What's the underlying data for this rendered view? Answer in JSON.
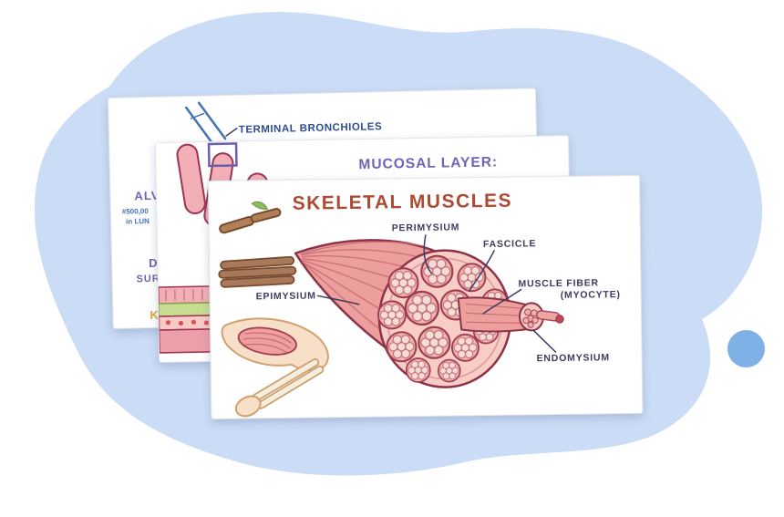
{
  "background": {
    "blob_color": "#cbdcf6",
    "dot_color": "#7fb0e6"
  },
  "cards": {
    "bronchioles": {
      "label": "TERMINAL BRONCHIOLES",
      "fragments": {
        "alv": "ALV",
        "stat1": "#500,00",
        "stat2": "in LUN",
        "d": "D",
        "sur": "SUR",
        "k": "K"
      },
      "ink_blue": "#2e4d8f",
      "ink_purple": "#7261b8",
      "ink_yellow": "#e0a23a"
    },
    "mucosal": {
      "title": "MUCOSAL LAYER:",
      "title_color": "#7261b8"
    },
    "skeletal": {
      "title": "SKELETAL MUSCLES",
      "title_color": "#ad4a31",
      "label_color": "#3e3b5e",
      "labels": {
        "perimysium": "PERIMYSIUM",
        "fascicle": "FASCICLE",
        "muscle_fiber": "MUSCLE FIBER",
        "myocyte": "(MYOCYTE)",
        "epimysium": "EPIMYSIUM",
        "endomysium": "ENDOMYSIUM"
      }
    }
  }
}
